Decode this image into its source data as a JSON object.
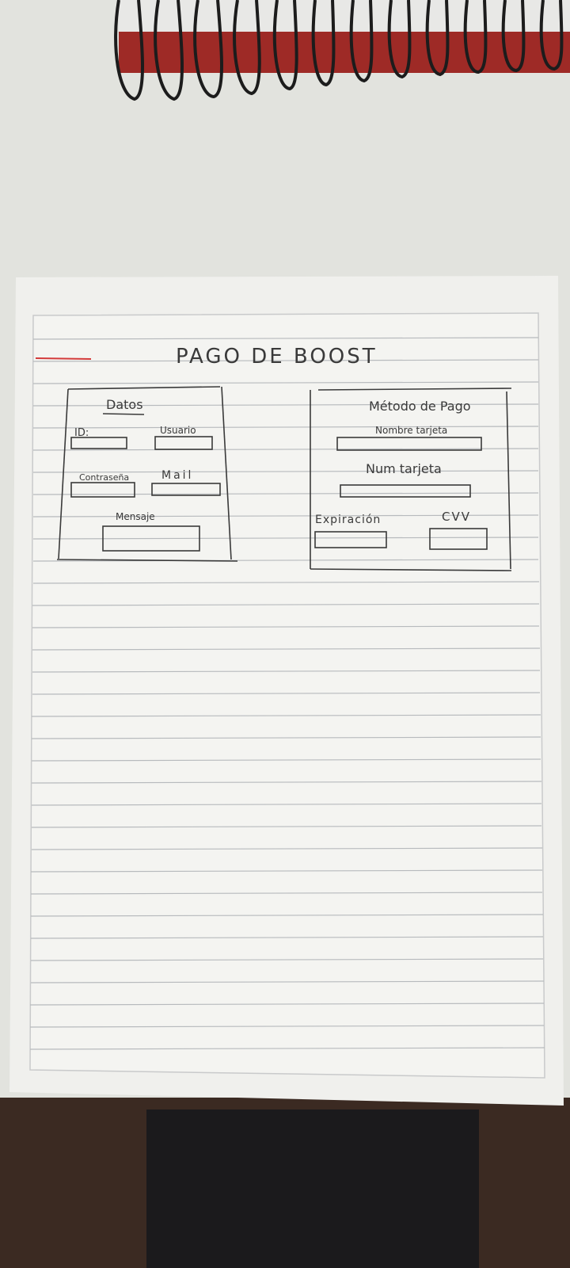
{
  "sketch": {
    "title": "PAGO DE BOOST",
    "left_panel": {
      "heading": "Datos",
      "fields": {
        "id": "ID:",
        "usuario": "Usuario",
        "contrasena": "Contraseña",
        "mail": "Mail",
        "mensaje": "Mensaje"
      }
    },
    "right_panel": {
      "heading": "Método de Pago",
      "fields": {
        "nombre_tarjeta": "Nombre tarjeta",
        "num_tarjeta": "Num tarjeta",
        "expiracion": "Expiración",
        "cvv": "CVV"
      }
    }
  },
  "colors": {
    "background_wall": "#e3e4df",
    "paper": "#f1f1ee",
    "rule_line": "#b9bcc0",
    "pen_ink": "#3a3a3a",
    "red_mark": "#d33a3a",
    "binder_red": "#9e2a26",
    "floor": "#3b2a22"
  }
}
